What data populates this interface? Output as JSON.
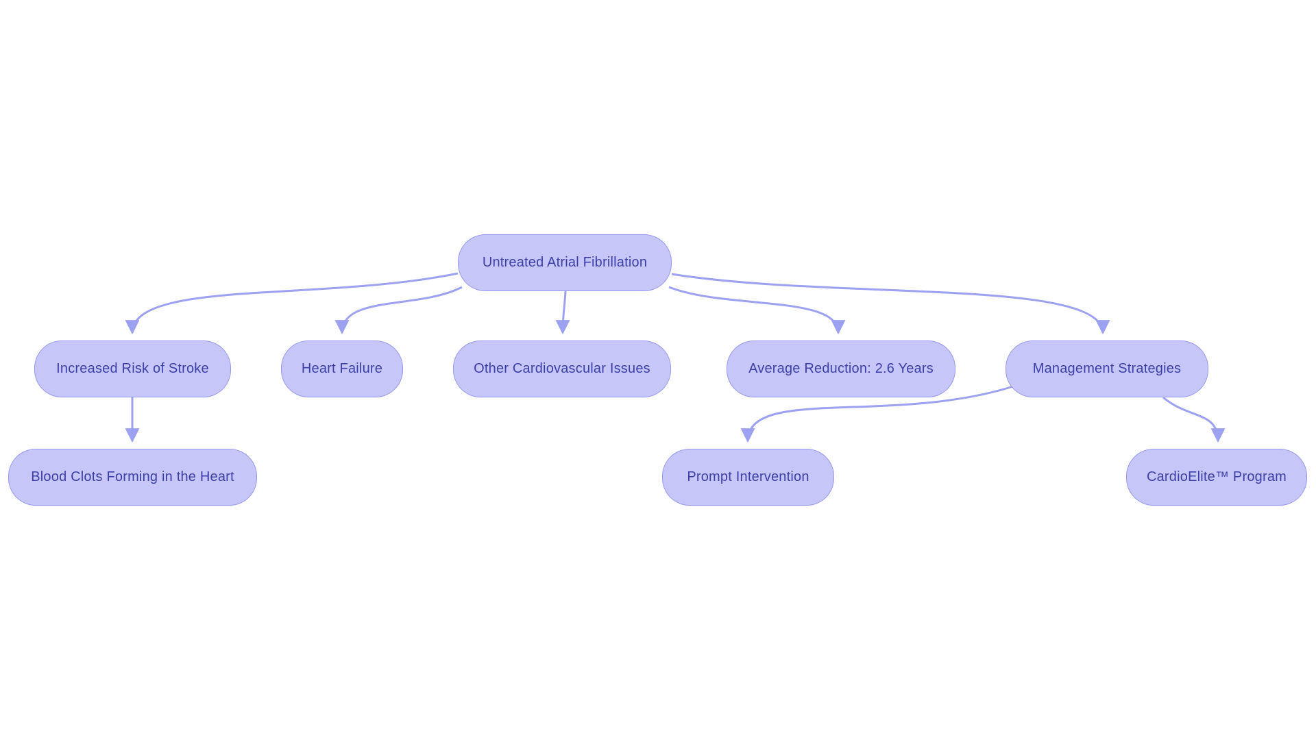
{
  "colors": {
    "node_fill": "#c6c7f8",
    "node_border": "#9599f0",
    "node_text": "#3c3fa8",
    "edge_color": "#9da1f1",
    "canvas_bg": "#ffffff"
  },
  "nodes": {
    "root": {
      "label": "Untreated Atrial Fibrillation"
    },
    "stroke_risk": {
      "label": "Increased Risk of Stroke"
    },
    "heart_failure": {
      "label": "Heart Failure"
    },
    "other_cardio": {
      "label": "Other Cardiovascular Issues"
    },
    "avg_reduction": {
      "label": "Average Reduction: 2.6 Years"
    },
    "management": {
      "label": "Management Strategies"
    },
    "blood_clots": {
      "label": "Blood Clots Forming in the Heart"
    },
    "prompt_intervention": {
      "label": "Prompt Intervention"
    },
    "cardioelite": {
      "label": "CardioElite™ Program"
    }
  },
  "edges": [
    {
      "from": "Untreated Atrial Fibrillation",
      "to": "Increased Risk of Stroke"
    },
    {
      "from": "Untreated Atrial Fibrillation",
      "to": "Heart Failure"
    },
    {
      "from": "Untreated Atrial Fibrillation",
      "to": "Other Cardiovascular Issues"
    },
    {
      "from": "Untreated Atrial Fibrillation",
      "to": "Average Reduction: 2.6 Years"
    },
    {
      "from": "Untreated Atrial Fibrillation",
      "to": "Management Strategies"
    },
    {
      "from": "Increased Risk of Stroke",
      "to": "Blood Clots Forming in the Heart"
    },
    {
      "from": "Management Strategies",
      "to": "Prompt Intervention"
    },
    {
      "from": "Management Strategies",
      "to": "CardioElite™ Program"
    }
  ]
}
